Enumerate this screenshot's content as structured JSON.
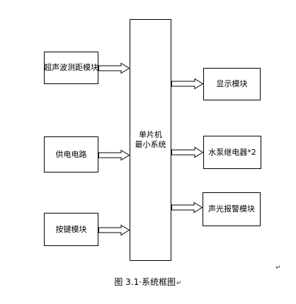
{
  "diagram": {
    "inputs": [
      {
        "id": "ultrasonic",
        "label": "超声波测距模块"
      },
      {
        "id": "power",
        "label": "供电电路"
      },
      {
        "id": "keys",
        "label": "按键模块"
      }
    ],
    "mcu": {
      "line1": "单片机",
      "line2": "最小系统"
    },
    "outputs": [
      {
        "id": "display",
        "label": "显示模块"
      },
      {
        "id": "relay",
        "label": "水泵继电器*2"
      },
      {
        "id": "alarm",
        "label": "声光报警模块"
      }
    ]
  },
  "caption": {
    "text": "图 3.1·系统框图",
    "mark": "↵"
  },
  "edge_mark": "↵"
}
